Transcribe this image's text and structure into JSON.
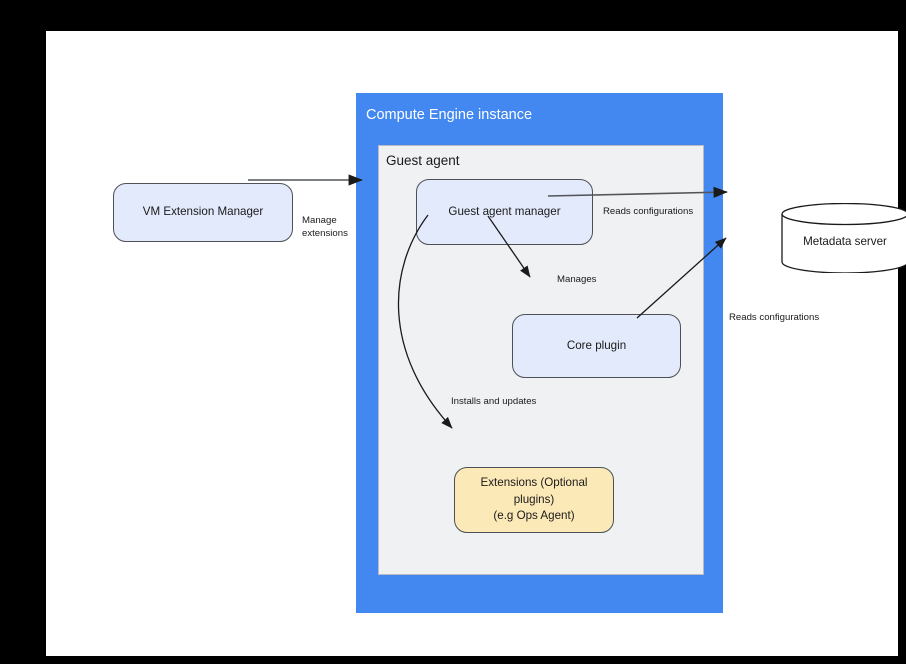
{
  "canvas": {
    "background": "#ffffff",
    "frame_background": "#000000"
  },
  "containers": {
    "compute_engine": {
      "title": "Compute Engine instance",
      "color": "#4288f0",
      "title_color": "#ffffff"
    },
    "guest_agent": {
      "title": "Guest agent",
      "color": "#f0f1f2",
      "border_color": "#b8bcc0"
    }
  },
  "nodes": {
    "vm_extension_manager": {
      "label": "VM Extension Manager",
      "fill": "#e3eafb",
      "shape": "rounded-rect"
    },
    "guest_agent_manager": {
      "label": "Guest agent manager",
      "fill": "#e3eafb",
      "shape": "rounded-rect"
    },
    "core_plugin": {
      "label": "Core plugin",
      "fill": "#e3eafb",
      "shape": "rounded-rect"
    },
    "extensions": {
      "label_line1": "Extensions (Optional plugins)",
      "label_line2": "(e.g  Ops Agent)",
      "fill": "#fce9b8",
      "shape": "rounded-rect"
    },
    "metadata_server": {
      "label": "Metadata server",
      "fill": "#ffffff",
      "shape": "cylinder"
    }
  },
  "edges": {
    "manage_extensions": {
      "label_line1": "Manage",
      "label_line2": "extensions",
      "from": "vm_extension_manager",
      "to": "guest_agent_manager"
    },
    "reads_configurations_top": {
      "label": "Reads configurations",
      "from": "guest_agent_manager",
      "to": "metadata_server"
    },
    "reads_configurations_bottom": {
      "label": "Reads configurations",
      "from": "core_plugin",
      "to": "metadata_server"
    },
    "manages": {
      "label": "Manages",
      "from": "guest_agent_manager",
      "to": "core_plugin"
    },
    "installs_and_updates": {
      "label": "Installs and updates",
      "from": "guest_agent_manager",
      "to": "extensions"
    }
  }
}
